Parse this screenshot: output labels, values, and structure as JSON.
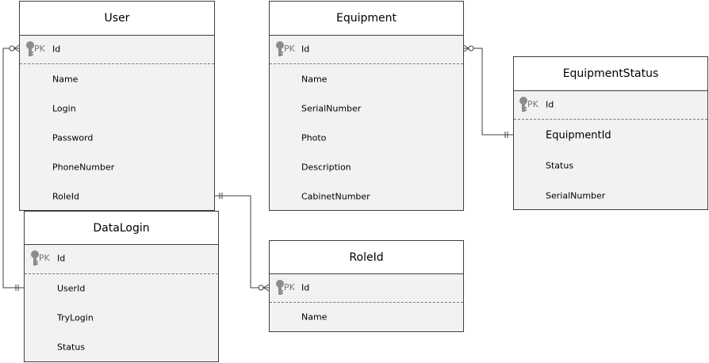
{
  "pk_label": "PK",
  "colors": {
    "border": "#3f3f3f",
    "body_fill": "#f2f2f2",
    "header_fill": "#ffffff",
    "key": "#8c8c8c",
    "pk_text": "#7a7a7a"
  },
  "entities": {
    "user": {
      "title": "User",
      "pk": "Id",
      "fields": [
        "Name",
        "Login",
        "Password",
        "PhoneNumber",
        "RoleId"
      ]
    },
    "equipment": {
      "title": "Equipment",
      "pk": "Id",
      "fields": [
        "Name",
        "SerialNumber",
        "Photo",
        "Description",
        "CabinetNumber"
      ]
    },
    "equipment_status": {
      "title": "EquipmentStatus",
      "pk": "Id",
      "fields": [
        "EquipmentId",
        "Status",
        "SerialNumber"
      ]
    },
    "data_login": {
      "title": "DataLogin",
      "pk": "Id",
      "fields": [
        "UserId",
        "TryLogin",
        "Status"
      ]
    },
    "role": {
      "title": "RoleId",
      "pk": "Id",
      "fields": [
        "Name"
      ]
    }
  },
  "relationships": [
    {
      "from": "User.Id",
      "to": "DataLogin.UserId",
      "from_end": "zero-or-many",
      "to_end": "one"
    },
    {
      "from": "Equipment.Id",
      "to": "EquipmentStatus.EquipmentId",
      "from_end": "zero-or-many",
      "to_end": "one"
    },
    {
      "from": "User.RoleId",
      "to": "RoleId.Id",
      "from_end": "one",
      "to_end": "zero-or-many"
    }
  ]
}
